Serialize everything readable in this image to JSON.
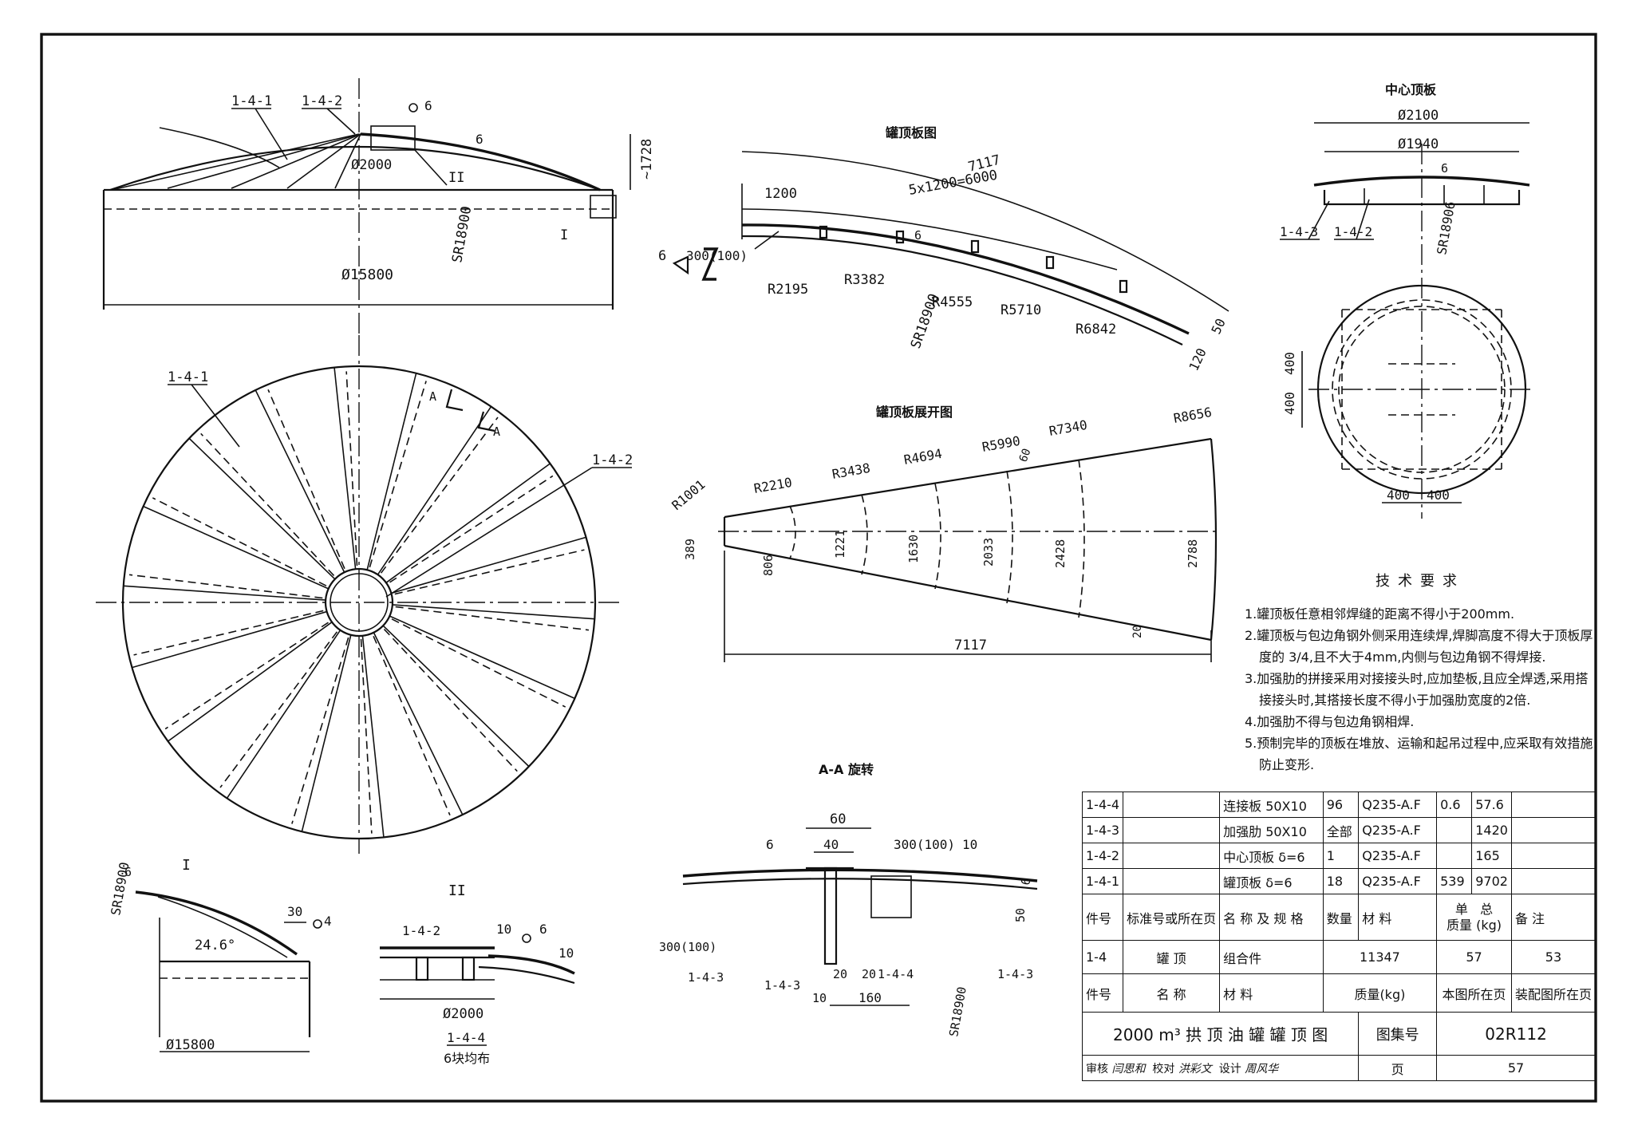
{
  "callouts": {
    "p141": "1-4-1",
    "p142": "1-4-2",
    "p143": "1-4-3",
    "p144": "1-4-4",
    "weld6": "6",
    "weld10": "10",
    "weld4": "4",
    "sec_I": "I",
    "sec_II": "II",
    "sec_A": "A"
  },
  "elevation": {
    "dia_2000": "Ø2000",
    "height": "~1728",
    "sr": "SR18900",
    "dia_15800": "Ø15800",
    "thk": "6"
  },
  "plate_view": {
    "title": "罐顶板图",
    "arc_len": "7117",
    "split": "5x1200=6000",
    "first": "1200",
    "lap": "300(100)",
    "weld": "6",
    "r1": "R2195",
    "r2": "R3382",
    "r3": "R4555",
    "r4": "R5710",
    "r5": "R6842",
    "sr": "SR18900",
    "thk": "6",
    "w50": "50",
    "w120": "120"
  },
  "center_plate": {
    "title": "中心顶板",
    "d_outer": "Ø2100",
    "d_inner": "Ø1940",
    "thk": "6",
    "sr": "SR18906",
    "d400a": "400",
    "d400b": "400",
    "d400c": "400",
    "d400d": "400"
  },
  "development": {
    "title": "罐顶板展开图",
    "r0": "R1001",
    "r1": "R2210",
    "r2": "R3438",
    "r3": "R4694",
    "r4": "R5990",
    "r5": "R7340",
    "r6": "R8656",
    "w0": "389",
    "w1": "806",
    "w2": "1221",
    "w3": "1630",
    "w4": "2033",
    "w5": "2428",
    "w6": "2788",
    "gap": "60",
    "edge": "20",
    "length": "7117"
  },
  "detail_I": {
    "sr": "SR18900",
    "thk": "6",
    "angle": "24.6°",
    "d30": "30",
    "weld": "4",
    "dia": "Ø15800"
  },
  "detail_II": {
    "dia": "Ø2000",
    "note": "6块均布",
    "weld10": "10",
    "weld6": "6"
  },
  "section_AA": {
    "title": "A-A 旋转",
    "d60": "60",
    "d40": "40",
    "lap": "300(100)",
    "lap2": "300(100)",
    "w6": "6",
    "w50": "50",
    "d20a": "20",
    "d20b": "20",
    "d10": "10",
    "d160": "160",
    "sr": "SR18900"
  },
  "notes": {
    "title": "技术要求",
    "items": [
      "1.罐顶板任意相邻焊缝的距离不得小于200mm.",
      "2.罐顶板与包边角钢外侧采用连续焊,焊脚高度不得大于顶板厚度的 3/4,且不大于4mm,内侧与包边角钢不得焊接.",
      "3.加强肋的拼接采用对接接头时,应加垫板,且应全焊透,采用搭接接头时,其搭接长度不得小于加强肋宽度的2倍.",
      "4.加强肋不得与包边角钢相焊.",
      "5.预制完毕的顶板在堆放、运输和起吊过程中,应采取有效措施防止变形."
    ]
  },
  "bom": {
    "rows": [
      {
        "no": "1-4-4",
        "std": "",
        "name": "连接板 50X10",
        "qty": "96",
        "mat": "Q235-A.F",
        "unit": "0.6",
        "total": "57.6",
        "note": ""
      },
      {
        "no": "1-4-3",
        "std": "",
        "name": "加强肋 50X10",
        "qty": "全部",
        "mat": "Q235-A.F",
        "unit": "",
        "total": "1420",
        "note": ""
      },
      {
        "no": "1-4-2",
        "std": "",
        "name": "中心顶板 δ=6",
        "qty": "1",
        "mat": "Q235-A.F",
        "unit": "",
        "total": "165",
        "note": ""
      },
      {
        "no": "1-4-1",
        "std": "",
        "name": "罐顶板 δ=6",
        "qty": "18",
        "mat": "Q235-A.F",
        "unit": "539",
        "total": "9702",
        "note": ""
      }
    ],
    "header": {
      "no": "件号",
      "std": "标准号或所在页",
      "name": "名 称 及 规 格",
      "qty": "数量",
      "mat": "材 料",
      "unit": "单",
      "total": "总",
      "mass": "质量 (kg)",
      "note": "备 注"
    },
    "assembly": {
      "no": "1-4",
      "name": "罐  顶",
      "mat": "组合件",
      "mass": "11347",
      "page": "57",
      "asm_page": "53"
    },
    "header2": {
      "no": "件号",
      "name": "名     称",
      "mat": "材 料",
      "mass": "质量(kg)",
      "page": "本图所在页",
      "asm_page": "装配图所在页"
    },
    "drawing_title": "2000 m³ 拱 顶 油 罐 罐 顶 图",
    "atlas_label": "图集号",
    "atlas_no": "02R112",
    "review": "审核",
    "reviewer": "闫思和",
    "check": "校对",
    "checker": "洪彩文",
    "design": "设计",
    "designer": "周风华",
    "page_label": "页",
    "page_no": "57"
  }
}
